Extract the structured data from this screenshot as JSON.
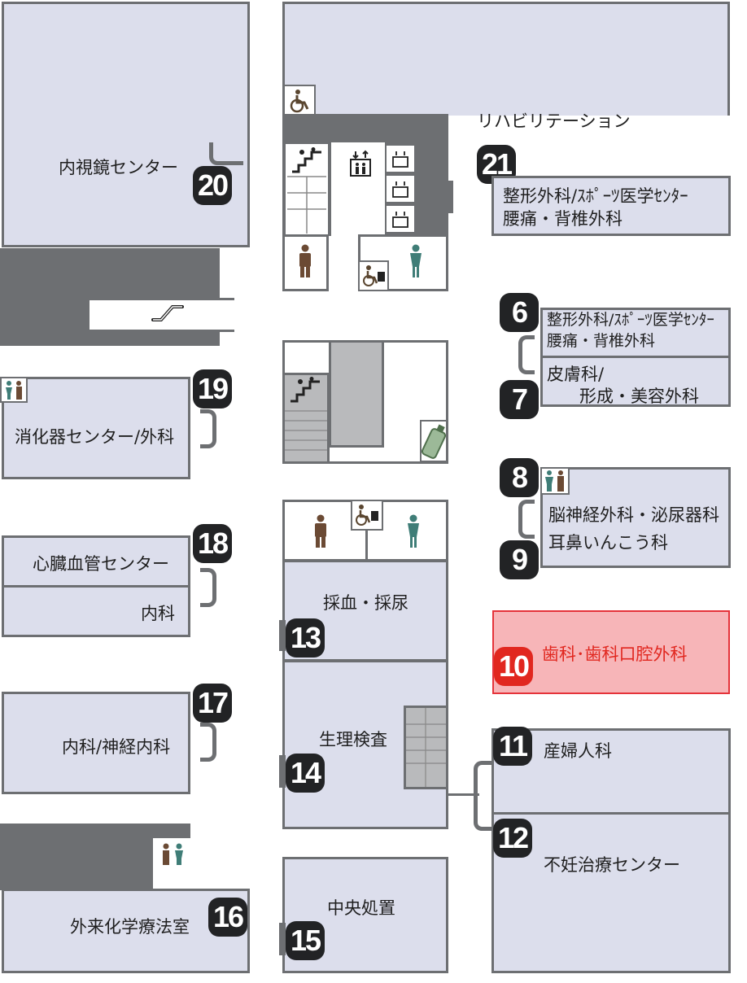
{
  "map": {
    "highlight_color": "#f7b5b8",
    "accent_red": "#e1271f",
    "room_color": "#dcdeec",
    "wall_color": "#6d6f72",
    "badges": {
      "b6": "6",
      "b7": "7",
      "b8": "8",
      "b9": "9",
      "b10": "10",
      "b11": "11",
      "b12": "12",
      "b13": "13",
      "b14": "14",
      "b15": "15",
      "b16": "16",
      "b17": "17",
      "b18": "18",
      "b19": "19",
      "b20": "20",
      "b21": "21"
    },
    "labels": {
      "endoscopy": "内視鏡センター",
      "rehab": "リハビリテーション",
      "ortho_top_1": "整形外科/ｽﾎﾟｰﾂ医学ｾﾝﾀｰ",
      "ortho_top_2": "腰痛・背椎外科",
      "ortho_6_1": "整形外科/ｽﾎﾟｰﾂ医学ｾﾝﾀｰ",
      "ortho_6_2": "腰痛・背椎外科",
      "derm_1": "皮膚科/",
      "derm_2": "形成・美容外科",
      "digestive": "消化器センター/外科",
      "cardio": "心臓血管センター",
      "internal": "内科",
      "neuro_uro": "脳神経外科・泌尿器科",
      "ent": "耳鼻いんこう科",
      "blood_urine": "採血・採尿",
      "dental": "歯科･歯科口腔外科",
      "internal_neuro": "内科/神経内科",
      "physiology": "生理検査",
      "obgyn": "産婦人科",
      "fertility": "不妊治療センター",
      "chemo": "外来化学療法室",
      "central": "中央処置"
    },
    "icons": [
      "wheelchair-icon",
      "stairs-icon",
      "elevator-icon",
      "toilet-man-icon",
      "toilet-woman-icon",
      "accessible-toilet-icon",
      "escalator-icon",
      "baby-bottle-icon",
      "restroom-icon"
    ]
  }
}
